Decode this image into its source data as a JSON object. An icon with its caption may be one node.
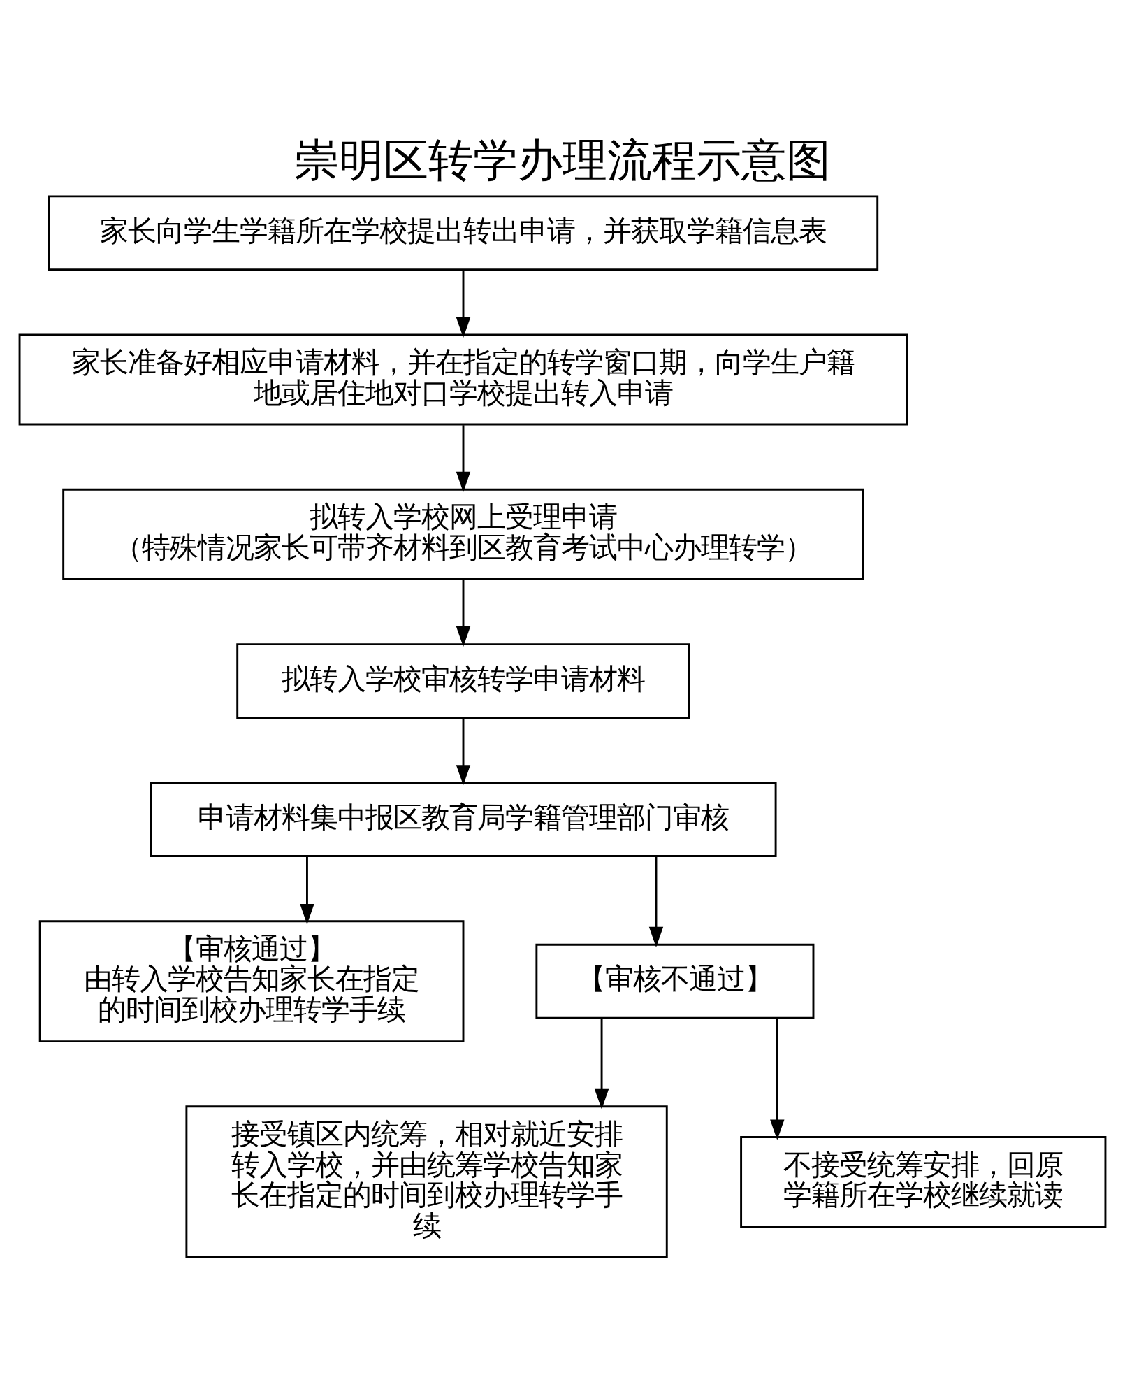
{
  "diagram": {
    "title": "崇明区转学办理流程示意图",
    "nodes": [
      {
        "text": [
          "家长向学生学籍所在学校提出转出申请，并获取学籍信息表"
        ]
      },
      {
        "text": [
          "家长准备好相应申请材料，并在指定的转学窗口期，向学生户籍地或居住地对口学校提出转入申请"
        ]
      },
      {
        "text": [
          "拟转入学校网上受理申请",
          "（特殊情况家长可带齐材料到区教育考试中心办理转学）"
        ]
      },
      {
        "text": [
          "拟转入学校审核转学申请材料"
        ]
      },
      {
        "text": [
          "申请材料集中报区教育局学籍管理部门审核"
        ]
      },
      {
        "text": [
          "【审核通过】",
          "由转入学校告知家长在指定的时间到校办理转学手续"
        ]
      },
      {
        "text": [
          "【审核不通过】"
        ]
      },
      {
        "text": [
          "接受镇区内统筹，相对就近安排转入学校，并由统筹学校告知家长在指定的时间到校办理转学手续"
        ]
      },
      {
        "text": [
          "不接受统筹安排，回原学籍所在学校继续就读"
        ]
      }
    ],
    "edges": [
      {
        "from": 0,
        "to": 1,
        "arrow": "to"
      },
      {
        "from": 1,
        "to": 2,
        "arrow": "to"
      },
      {
        "from": 2,
        "to": 3,
        "arrow": "to"
      },
      {
        "from": 3,
        "to": 4,
        "arrow": "to"
      },
      {
        "from": 4,
        "to": 5,
        "arrow": "to"
      },
      {
        "from": 4,
        "to": 6,
        "arrow": "to"
      },
      {
        "from": 6,
        "to": 7,
        "arrow": "to"
      },
      {
        "from": 6,
        "to": 8,
        "arrow": "to"
      }
    ]
  }
}
